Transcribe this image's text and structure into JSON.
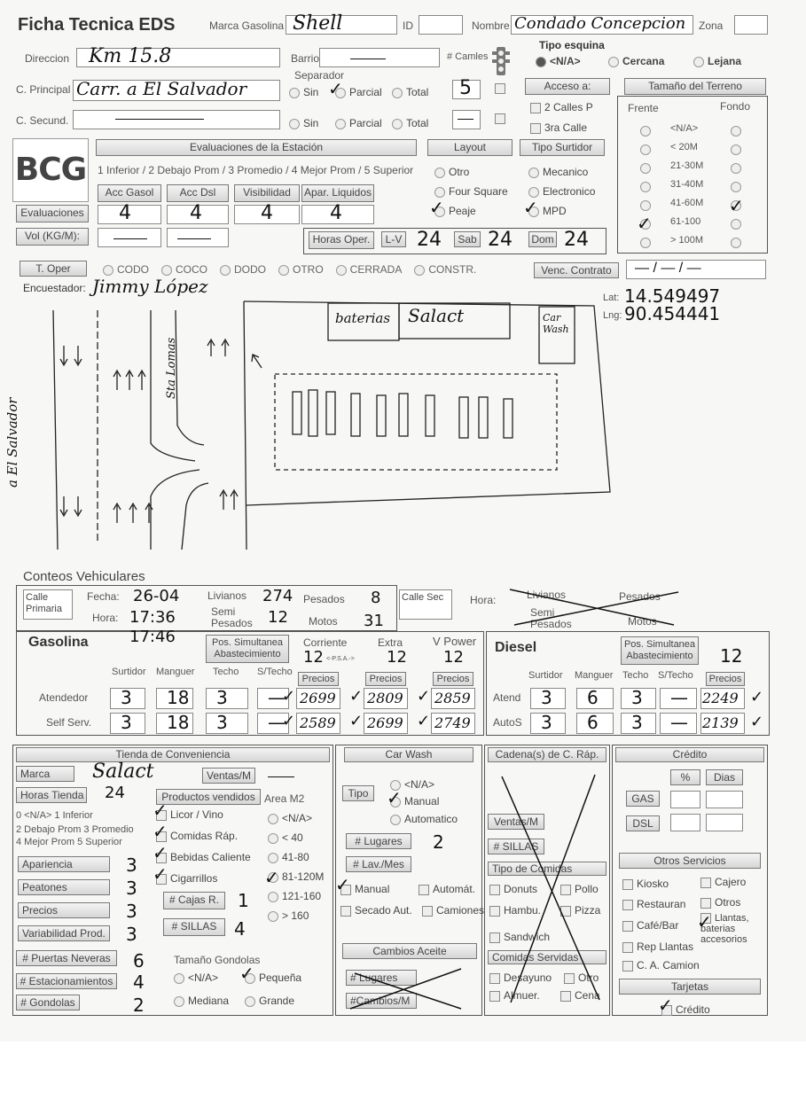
{
  "header": {
    "title": "Ficha Tecnica EDS",
    "marca_label": "Marca Gasolina",
    "marca_value": "Shell",
    "id_label": "ID",
    "nombre_label": "Nombre",
    "nombre_value": "Condado Concepcion",
    "zona_label": "Zona"
  },
  "address": {
    "direccion_label": "Direccion",
    "direccion_value": "Km 15.8",
    "barrio_label": "Barrio",
    "separador_label": "Separador",
    "camiles_label": "# Camles",
    "camiles_primary": "5",
    "c_principal_label": "C. Principal",
    "c_principal_value": "Carr. a El Salvador",
    "c_secund_label": "C. Secund.",
    "sep_options": [
      "Sin",
      "Parcial",
      "Total"
    ],
    "tipo_esquina_label": "Tipo esquina",
    "esquina_options": [
      "<N/A>",
      "Cercana",
      "Lejana"
    ],
    "acceso_label": "Acceso a:",
    "acceso_options": [
      "2 Calles P",
      "3ra Calle"
    ],
    "tamano_label": "Tamaño del Terreno",
    "frente_label": "Frente",
    "fondo_label": "Fondo",
    "tamano_options": [
      "<N/A>",
      "< 20M",
      "21-30M",
      "31-40M",
      "41-60M",
      "61-100",
      "> 100M"
    ]
  },
  "evaluations": {
    "logo": "BCG",
    "title": "Evaluaciones de la Estación",
    "scale": "1 Inferior / 2 Debajo Prom / 3 Promedio / 4 Mejor Prom / 5 Superior",
    "columns": [
      "Acc Gasol",
      "Acc Dsl",
      "Visibilidad",
      "Apar. Liquidos"
    ],
    "row_label": "Evaluaciones",
    "values": [
      "4",
      "4",
      "4",
      "4"
    ],
    "vol_label": "Vol (KG/M):",
    "layout_label": "Layout",
    "layout_options": [
      "Otro",
      "Four Square",
      "Peaje"
    ],
    "surtidor_label": "Tipo Surtidor",
    "surtidor_options": [
      "Mecanico",
      "Electronico",
      "MPD"
    ],
    "horas_label": "Horas Oper.",
    "lv_label": "L-V",
    "lv_value": "24",
    "sab_label": "Sab",
    "sab_value": "24",
    "dom_label": "Dom",
    "dom_value": "24"
  },
  "operator": {
    "t_oper_label": "T. Oper",
    "options": [
      "CODO",
      "COCO",
      "DODO",
      "OTRO",
      "CERRADA",
      "CONSTR."
    ],
    "venc_label": "Venc. Contrato",
    "venc_value": "— / — / —",
    "encuestador_label": "Encuestador:",
    "encuestador_value": "Jimmy López",
    "lat_label": "Lat:",
    "lat_value": "14.549497",
    "lng_label": "Lng:",
    "lng_value": "90.454441"
  },
  "sketch": {
    "street_side": "a El Salvador",
    "street_top": "Sta Lomas",
    "building_1": "baterias",
    "building_2": "Salact",
    "building_3": "Car Wash"
  },
  "counts": {
    "title": "Conteos Vehiculares",
    "calle_primaria": "Calle Primaria",
    "fecha_label": "Fecha:",
    "fecha_value": "26-04",
    "hora_label": "Hora:",
    "hora_value": "17:36",
    "hora_end": "17:46",
    "livianos_label": "Livianos",
    "livianos_value": "274",
    "pesados_label": "Pesados",
    "pesados_value": "8",
    "semi_label": "Semi Pesados",
    "semi_value": "12",
    "motos_label": "Motos",
    "motos_value": "31",
    "calle_sec": "Calle Sec",
    "hora2_label": "Hora:",
    "livianos2_label": "Livianos",
    "pesados2_label": "Pesados",
    "semi2_label": "Semi Pesados",
    "motos2_label": "Motos"
  },
  "gasolina": {
    "title": "Gasolina",
    "pos_label": "Pos. Simultanea Abastecimiento",
    "corriente": "Corriente",
    "extra": "Extra",
    "vpower": "V Power",
    "corriente_v": "12",
    "extra_v": "12",
    "vpower_v": "12",
    "psa": "<-P.S.A.->",
    "cols": [
      "Surtidor",
      "Manguer",
      "Techo",
      "S/Techo"
    ],
    "precios": "Precios",
    "rows": [
      {
        "label": "Atendedor",
        "surtidor": "3",
        "manguer": "18",
        "techo": "3",
        "stecho": "—",
        "p1": "2699",
        "p2": "2809",
        "p3": "2859"
      },
      {
        "label": "Self Serv.",
        "surtidor": "3",
        "manguer": "18",
        "techo": "3",
        "stecho": "—",
        "p1": "2589",
        "p2": "2699",
        "p3": "2749"
      }
    ]
  },
  "diesel": {
    "title": "Diesel",
    "pos_label": "Pos. Simultanea Abastecimiento",
    "pos_value": "12",
    "cols": [
      "Surtidor",
      "Manguer",
      "Techo",
      "S/Techo",
      "Precios"
    ],
    "rows": [
      {
        "label": "Atend",
        "surtidor": "3",
        "manguer": "6",
        "techo": "3",
        "stecho": "—",
        "precio": "2249"
      },
      {
        "label": "AutoS",
        "surtidor": "3",
        "manguer": "6",
        "techo": "3",
        "stecho": "—",
        "precio": "2139"
      }
    ]
  },
  "tienda": {
    "title": "Tienda de Conveniencia",
    "marca_label": "Marca",
    "marca_value": "Salact",
    "ventas_label": "Ventas/M",
    "horas_label": "Horas Tienda",
    "horas_value": "24",
    "scale": [
      "0 <N/A>   1 Inferior",
      "2 Debajo Prom 3 Promedio",
      "4 Mejor Prom   5 Superior"
    ],
    "productos_label": "Productos vendidos",
    "productos": [
      "Licor / Vino",
      "Comidas Ráp.",
      "Bebidas Caliente",
      "Cigarrillos"
    ],
    "area_label": "Area M2",
    "area_options": [
      "<N/A>",
      "< 40",
      "41-80",
      "81-120M",
      "121-160",
      "> 160"
    ],
    "ratings": [
      {
        "label": "Apariencia",
        "value": "3"
      },
      {
        "label": "Peatones",
        "value": "3"
      },
      {
        "label": "Precios",
        "value": "3"
      },
      {
        "label": "Variabilidad Prod.",
        "value": "3"
      }
    ],
    "cajas_label": "# Cajas R.",
    "cajas_value": "1",
    "sillas_label": "# SILLAS",
    "sillas_value": "4",
    "puertas_label": "# Puertas Neveras",
    "puertas_value": "6",
    "estac_label": "# Estacionamientos",
    "estac_value": "4",
    "gondolas_label": "# Gondolas",
    "gondolas_value": "2",
    "tam_gond_label": "Tamaño Gondolas",
    "gond_options": [
      "<N/A>",
      "Pequeña",
      "Mediana",
      "Grande"
    ]
  },
  "carwash": {
    "title": "Car Wash",
    "tipo_label": "Tipo",
    "tipo_options": [
      "<N/A>",
      "Manual",
      "Automatico"
    ],
    "lugares_label": "# Lugares",
    "lugares_value": "2",
    "lav_label": "# Lav./Mes",
    "opts": [
      "Manual",
      "Automát.",
      "Secado Aut.",
      "Camiones"
    ],
    "aceite_title": "Cambios Aceite",
    "aceite_lugares": "# Lugares",
    "aceite_cambios": "#Cambios/M"
  },
  "cadena": {
    "title": "Cadena(s) de C. Ráp.",
    "ventas_label": "Ventas/M",
    "sillas_label": "# SILLAS",
    "tipo_label": "Tipo de Comidas",
    "tipos": [
      "Donuts",
      "Pollo",
      "Hambu.",
      "Pizza",
      "Sandwich"
    ],
    "servidas_label": "Comidas Servidas",
    "servidas": [
      "Desayuno",
      "Otro",
      "Almuer.",
      "Cena"
    ]
  },
  "credito": {
    "title": "Crédito",
    "pct": "%",
    "dias": "Dias",
    "gas": "GAS",
    "dsl": "DSL",
    "otros_title": "Otros Servicios",
    "otros": [
      "Kiosko",
      "Cajero",
      "Restauran",
      "Otros",
      "Café/Bar",
      "Llantas, baterias accesorios",
      "Rep Llantas",
      "C. A. Camion"
    ],
    "tarjetas_title": "Tarjetas",
    "tarjetas_value": "Crédito"
  }
}
